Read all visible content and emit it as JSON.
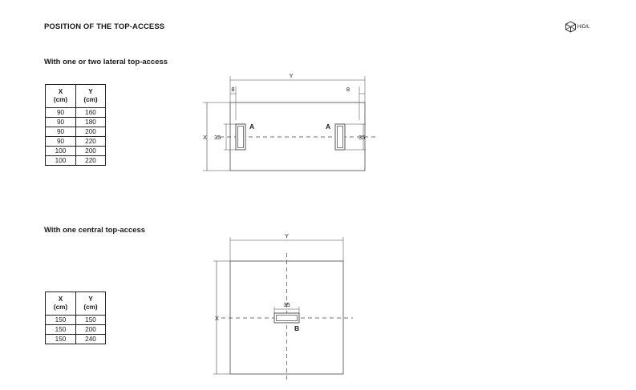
{
  "page": {
    "title": "POSITION OF THE TOP-ACCESS",
    "badge": "H/D/L"
  },
  "lateral": {
    "heading": "With one or two lateral top-access",
    "table": {
      "headers": [
        {
          "name": "X",
          "unit": "(cm)"
        },
        {
          "name": "Y",
          "unit": "(cm)"
        }
      ],
      "rows": [
        [
          "90",
          "160"
        ],
        [
          "90",
          "180"
        ],
        [
          "90",
          "200"
        ],
        [
          "90",
          "220"
        ],
        [
          "100",
          "200"
        ],
        [
          "100",
          "220"
        ]
      ]
    },
    "drawing": {
      "y_label": "Y",
      "x_label": "X",
      "left_offset": "8",
      "right_offset": "8",
      "left_width": "35",
      "right_width": "35",
      "left_access": "A",
      "right_access": "A"
    }
  },
  "central": {
    "heading": "With one central top-access",
    "table": {
      "headers": [
        {
          "name": "X",
          "unit": "(cm)"
        },
        {
          "name": "Y",
          "unit": "(cm)"
        }
      ],
      "rows": [
        [
          "150",
          "150"
        ],
        [
          "150",
          "200"
        ],
        [
          "150",
          "240"
        ]
      ]
    },
    "drawing": {
      "y_label": "Y",
      "x_label": "X",
      "width": "35",
      "access": "B"
    }
  }
}
